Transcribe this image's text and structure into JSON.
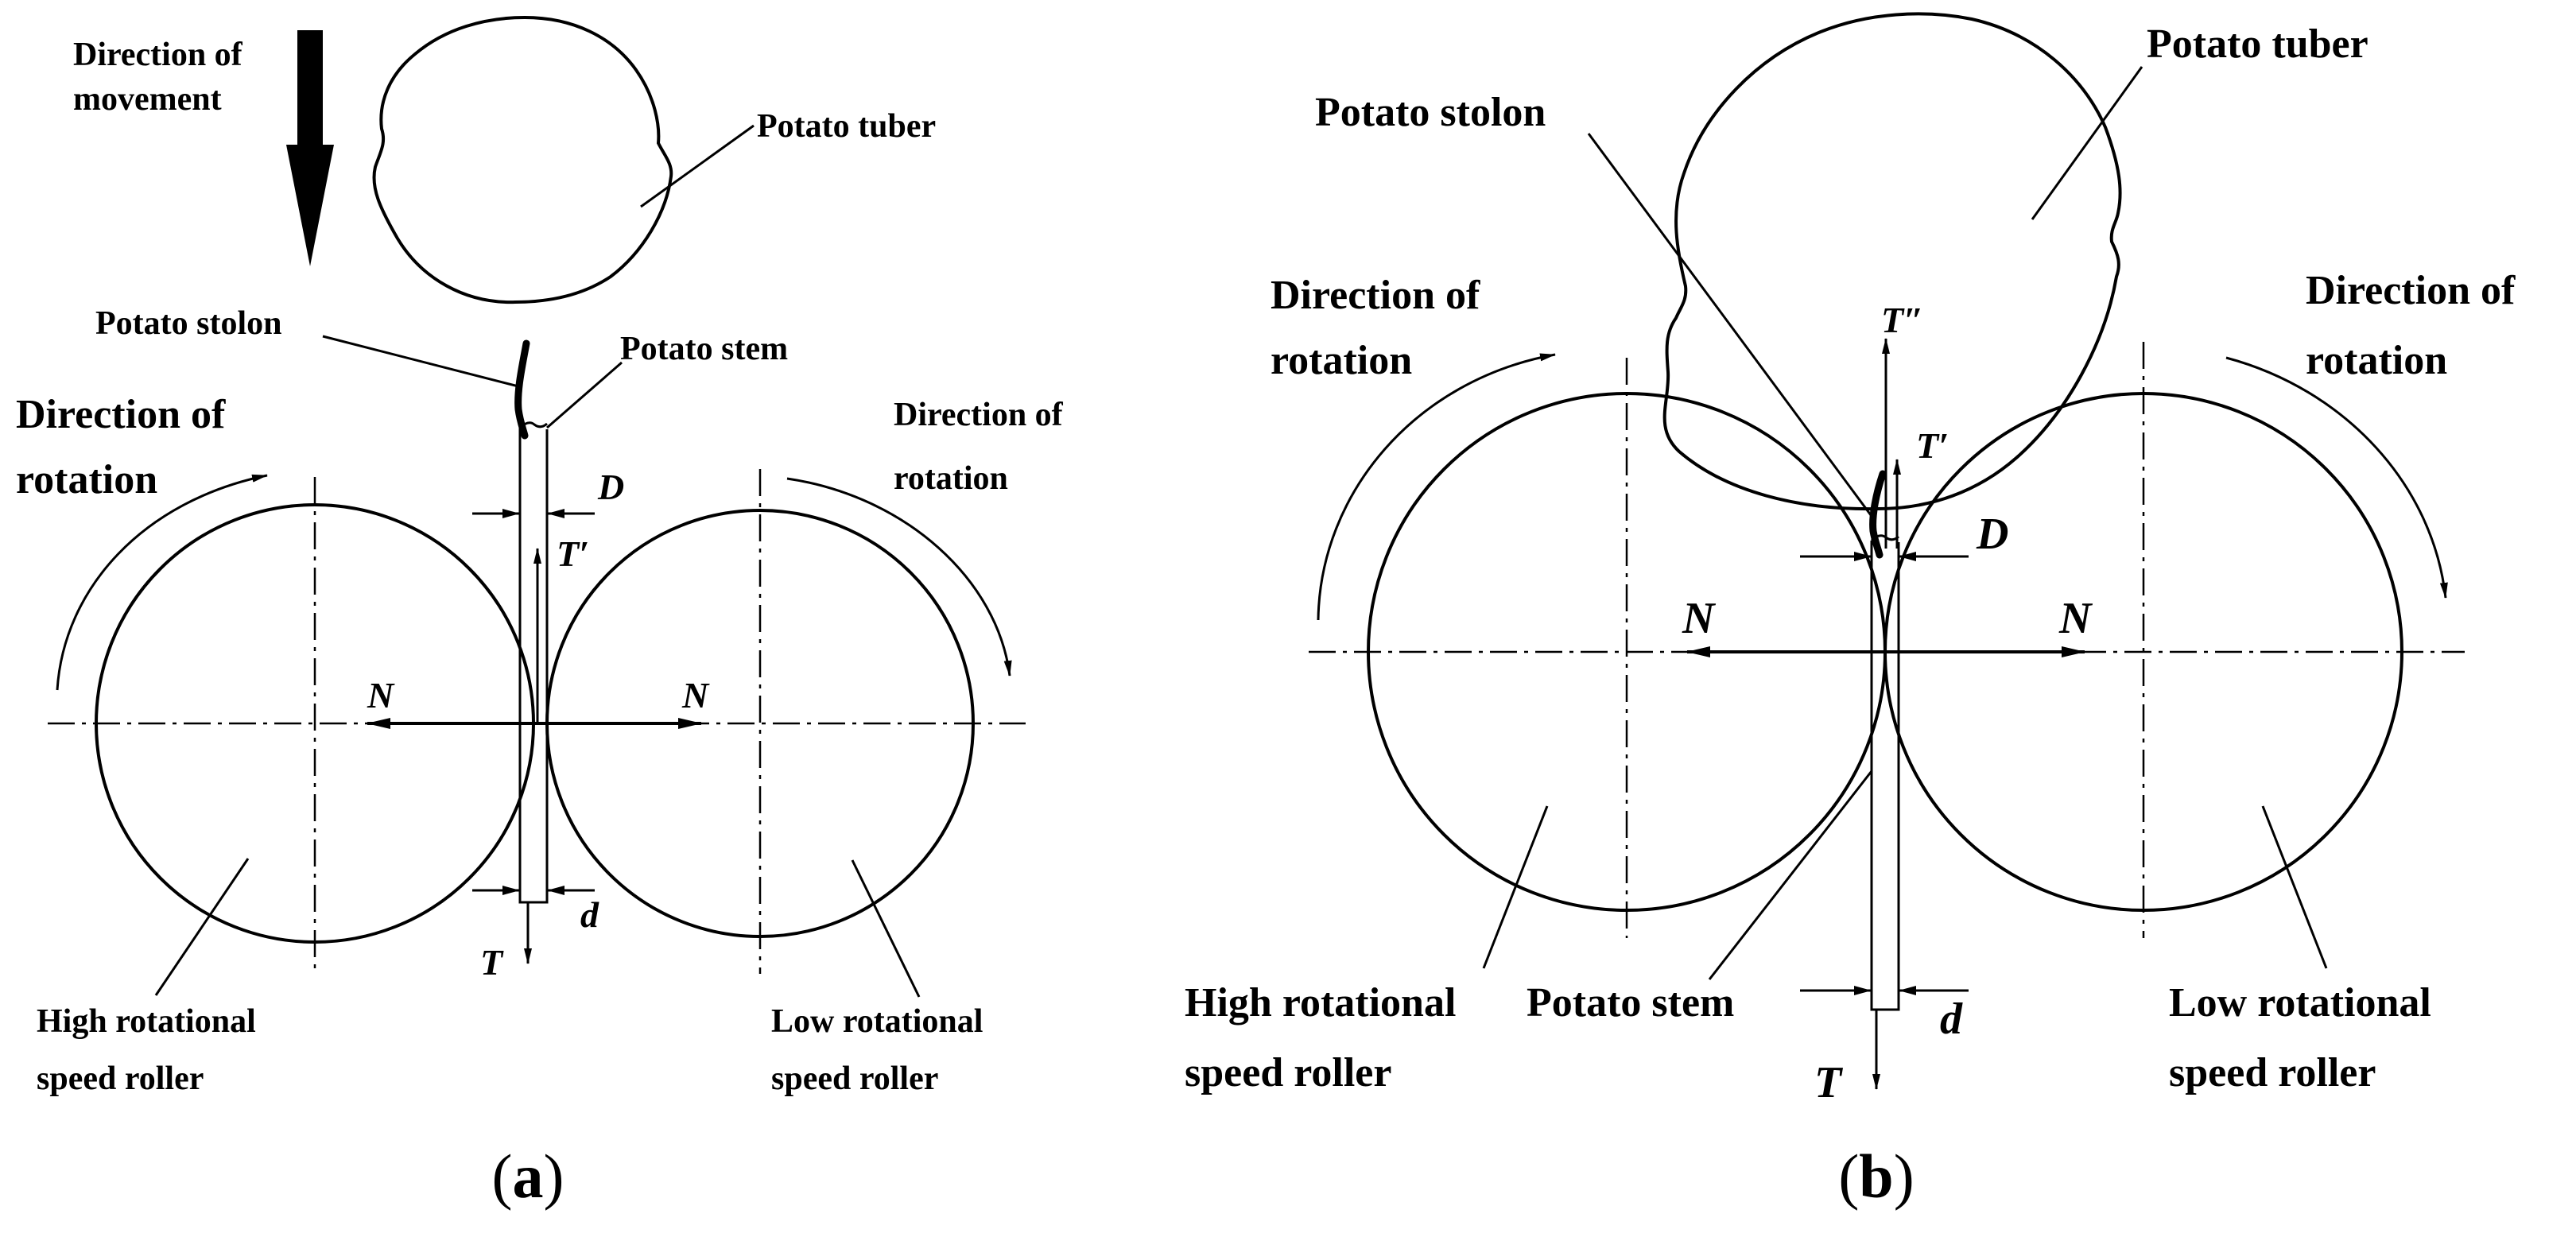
{
  "panel_a": {
    "caption_open": "(",
    "caption_letter": "a",
    "caption_close": ")",
    "direction_of_movement_line1": "Direction of",
    "direction_of_movement_line2": "movement",
    "potato_tuber": "Potato tuber",
    "potato_stolon": "Potato stolon",
    "potato_stem": "Potato stem",
    "rotation_left_line1": "Direction of",
    "rotation_left_line2": "rotation",
    "rotation_right_line1": "Direction of",
    "rotation_right_line2": "rotation",
    "high_roller_line1": "High rotational",
    "high_roller_line2": "speed roller",
    "low_roller_line1": "Low rotational",
    "low_roller_line2": "speed roller",
    "sym_D": "D",
    "sym_d": "d",
    "sym_T_prime": "T′",
    "sym_T": "T",
    "sym_N_left": "N",
    "sym_N_right": "N"
  },
  "panel_b": {
    "caption_open": "(",
    "caption_letter": "b",
    "caption_close": ")",
    "potato_tuber": "Potato tuber",
    "potato_stolon": "Potato stolon",
    "potato_stem": "Potato stem",
    "rotation_left_line1": "Direction of",
    "rotation_left_line2": "rotation",
    "rotation_right_line1": "Direction of",
    "rotation_right_line2": "rotation",
    "high_roller_line1": "High rotational",
    "high_roller_line2": "speed roller",
    "low_roller_line1": "Low rotational",
    "low_roller_line2": "speed roller",
    "sym_D": "D",
    "sym_d": "d",
    "sym_T_double_prime": "T″",
    "sym_T_prime": "T′",
    "sym_T": "T",
    "sym_N_left": "N",
    "sym_N_right": "N"
  }
}
